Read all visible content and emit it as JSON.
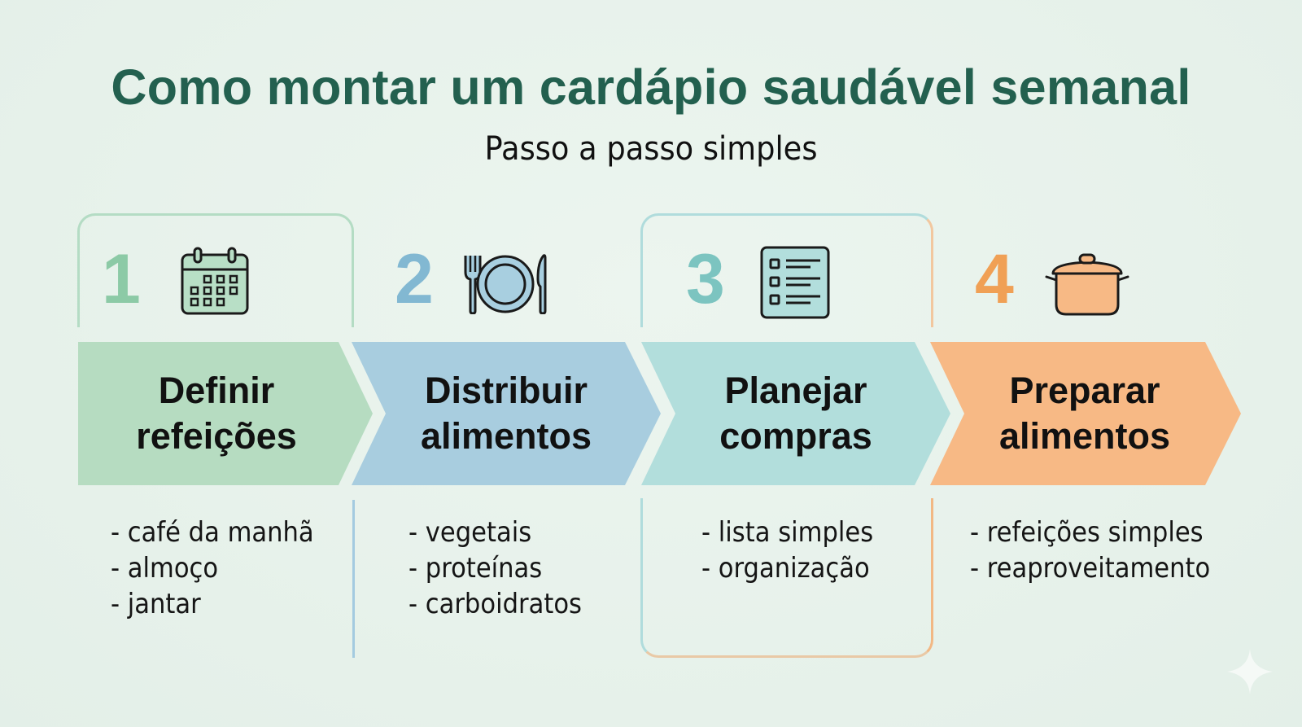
{
  "header": {
    "title": "Como montar um cardápio saudável semanal",
    "subtitle": "Passo a passo simples"
  },
  "colors": {
    "title": "#23604f",
    "background": "#e8f3ec"
  },
  "steps": [
    {
      "number": "1",
      "icon": "calendar-icon",
      "title_line1": "Definir",
      "title_line2": "refeições",
      "color": "#b6dcc1",
      "number_color": "#8ccaa6",
      "items": [
        "- café da manhã",
        "- almoço",
        "- jantar"
      ]
    },
    {
      "number": "2",
      "icon": "plate-cutlery-icon",
      "title_line1": "Distribuir",
      "title_line2": "alimentos",
      "color": "#a8cddf",
      "number_color": "#82b8d2",
      "items": [
        "- vegetais",
        "- proteínas",
        "- carboidratos"
      ]
    },
    {
      "number": "3",
      "icon": "checklist-icon",
      "title_line1": "Planejar",
      "title_line2": "compras",
      "color": "#b2dedc",
      "number_color": "#7cc4c0",
      "items": [
        "- lista simples",
        "- organização"
      ]
    },
    {
      "number": "4",
      "icon": "cooking-pot-icon",
      "title_line1": "Preparar",
      "title_line2": "alimentos",
      "color": "#f7b985",
      "number_color": "#f0a055",
      "items": [
        "- refeições simples",
        "- reaproveitamento"
      ]
    }
  ]
}
